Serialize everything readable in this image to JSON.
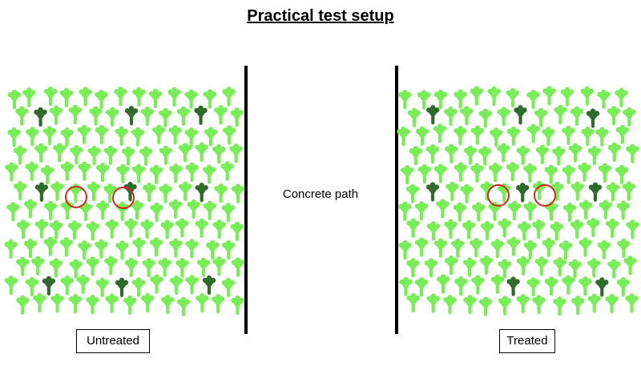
{
  "title": "Practical test setup",
  "path_label": "Concrete path",
  "plots": [
    {
      "label": "Untreated",
      "marked_plants": 2
    },
    {
      "label": "Treated",
      "marked_plants": 2
    }
  ],
  "colors": {
    "healthy_plant": "#77ee55",
    "dark_plant": "#2f6b2a",
    "marker_circle": "#dd2222",
    "divider": "#000000"
  }
}
